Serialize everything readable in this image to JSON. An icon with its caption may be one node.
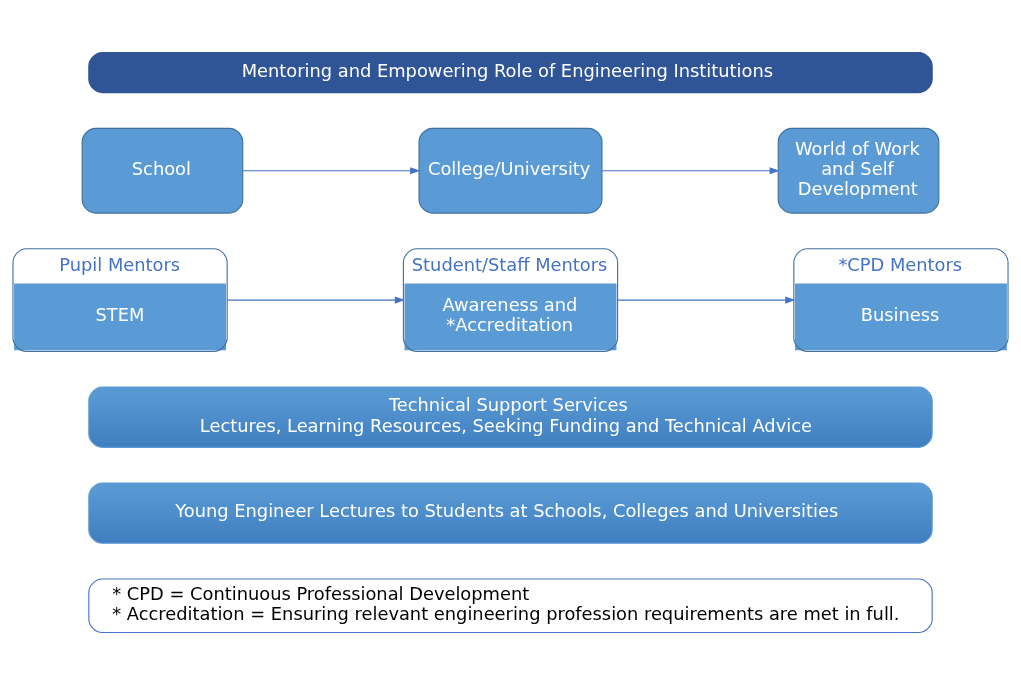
{
  "diagram": {
    "nodes": [
      {
        "text": [
          "Mentoring and Empowering Role of Engineering Institutions"
        ]
      },
      {
        "text": [
          "School"
        ]
      },
      {
        "text": [
          "College/University"
        ]
      },
      {
        "text": [
          "World of Work and Self Development"
        ]
      },
      {
        "text": [
          "Pupil Mentors",
          "STEM"
        ]
      },
      {
        "text": [
          "Student/Staff Mentors",
          "Awareness and *Accreditation"
        ]
      },
      {
        "text": [
          "*CPD Mentors",
          "Business"
        ]
      },
      {
        "text": [
          "Technical Support Services",
          "Lectures, Learning Resources, Seeking Funding and Technical Advice"
        ]
      },
      {
        "text": [
          "Young Engineer Lectures to Students at Schools, Colleges and Universities"
        ]
      },
      {
        "text": [
          "* CPD = Continuous Professional Development",
          "* Accreditation = Ensuring relevant engineering profession requirements are met in full."
        ]
      }
    ],
    "edges": [
      {
        "from": 1,
        "to": 2,
        "arrow": "to"
      },
      {
        "from": 2,
        "to": 3,
        "arrow": "to"
      },
      {
        "from": 4,
        "to": 5,
        "arrow": "to"
      },
      {
        "from": 5,
        "to": 6,
        "arrow": "to"
      }
    ]
  }
}
